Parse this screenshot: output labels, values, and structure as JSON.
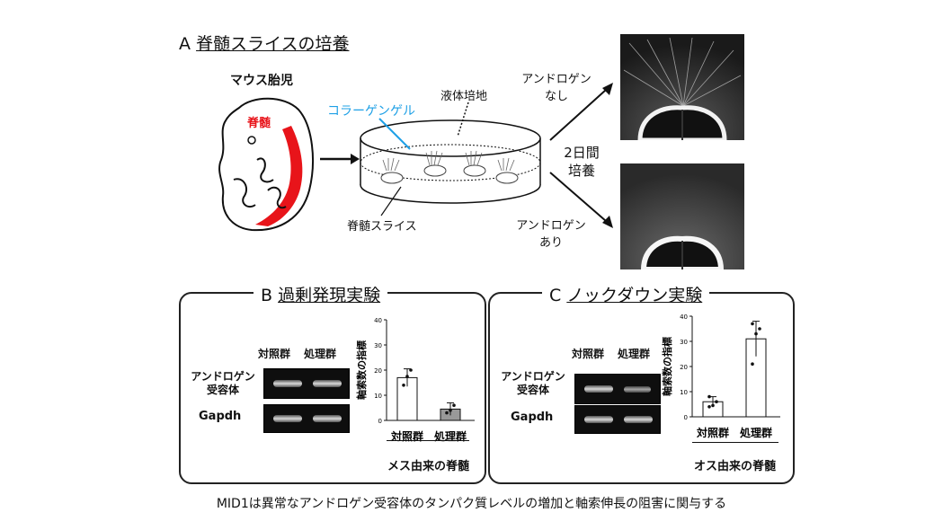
{
  "panel_a": {
    "title_letter": "A",
    "title_text": "脊髄スライスの培養",
    "embryo_label": "マウス胎児",
    "spinal_label": "脊髄",
    "collagen_label": "コラーゲンゲル",
    "medium_label": "液体培地",
    "slice_label": "脊髄スライス",
    "culture_line1": "2日間",
    "culture_line2": "培養",
    "no_androgen_line1": "アンドロゲン",
    "no_androgen_line2": "なし",
    "with_androgen_line1": "アンドロゲン",
    "with_androgen_line2": "あり"
  },
  "panel_b": {
    "title_letter": "B",
    "title_text": "過剰発現実験",
    "col_control": "対照群",
    "col_treated": "処理群",
    "row_ar_line1": "アンドロゲン",
    "row_ar_line2": "受容体",
    "row_gapdh": "Gapdh",
    "source_label": "メス由来の脊髄"
  },
  "panel_c": {
    "title_letter": "C",
    "title_text": "ノックダウン実験",
    "col_control": "対照群",
    "col_treated": "処理群",
    "row_ar_line1": "アンドロゲン",
    "row_ar_line2": "受容体",
    "row_gapdh": "Gapdh",
    "source_label": "オス由来の脊髄"
  },
  "caption": "MID1は異常なアンドロゲン受容体のタンパク質レベルの増加と軸索伸長の阻害に関与する",
  "colors": {
    "spinal_cord": "#e8141a",
    "collagen": "#1ea0e6",
    "bar_treated_b": "#999999"
  },
  "chart_data": [
    {
      "type": "bar",
      "ylabel": "軸索数の指標",
      "ylim": [
        0,
        40
      ],
      "yticks": [
        "0",
        "10",
        "20",
        "30",
        "40"
      ],
      "categories": [
        "対照群",
        "処理群"
      ],
      "values": [
        17,
        4.5
      ],
      "errors": [
        3.5,
        2.5
      ],
      "points": [
        [
          14,
          17.5,
          20
        ],
        [
          3,
          4,
          6
        ]
      ],
      "fills": [
        "#ffffff",
        "#999999"
      ]
    },
    {
      "type": "bar",
      "ylabel": "軸索数の指標",
      "ylim": [
        0,
        40
      ],
      "yticks": [
        "0",
        "10",
        "20",
        "30",
        "40"
      ],
      "categories": [
        "対照群",
        "処理群"
      ],
      "values": [
        6,
        31
      ],
      "errors": [
        2,
        7
      ],
      "points": [
        [
          4,
          4.5,
          6,
          8
        ],
        [
          21,
          33,
          35,
          37
        ]
      ],
      "fills": [
        "#ffffff",
        "#ffffff"
      ]
    }
  ]
}
